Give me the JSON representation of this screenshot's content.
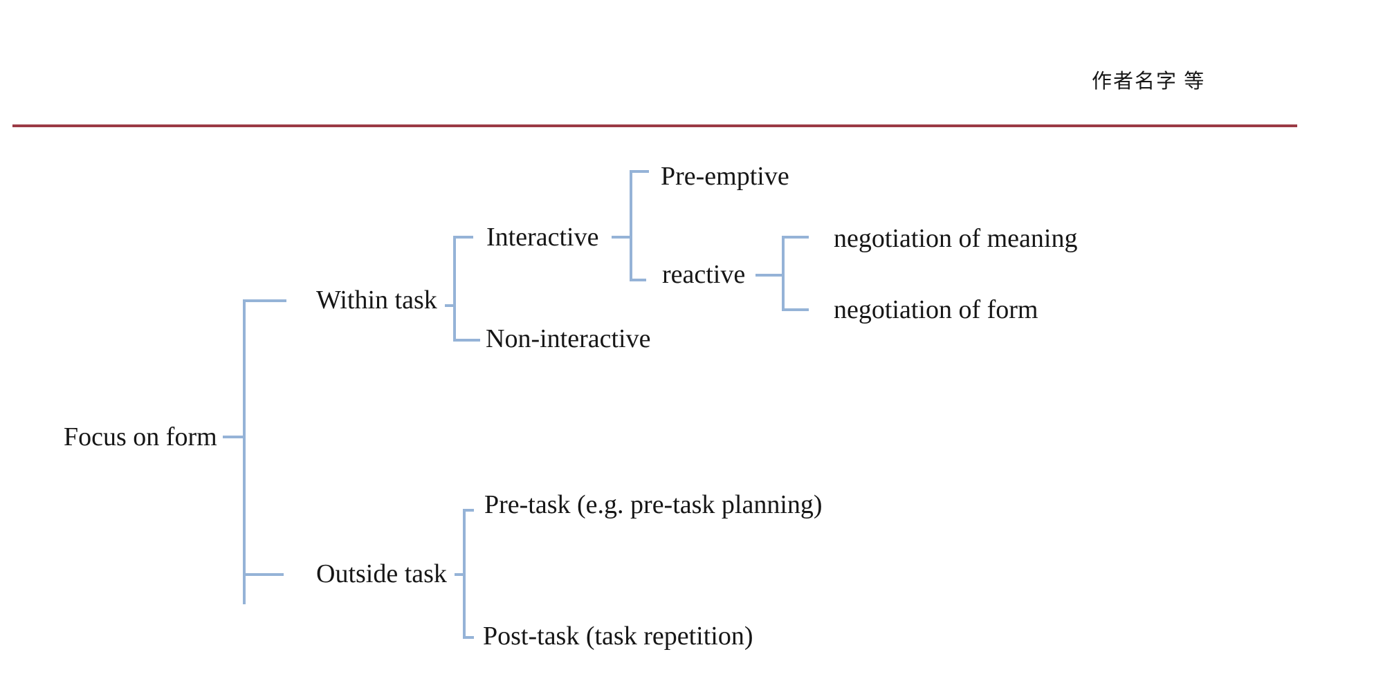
{
  "header": {
    "author": "作者名字 等"
  },
  "colors": {
    "connector_blue": "#95b3d7",
    "header_rule_red": "#9b3b45",
    "text": "#161616"
  },
  "diagram": {
    "root": {
      "label": "Focus on form"
    },
    "branches": [
      {
        "label": "Within task",
        "children": [
          {
            "label": "Interactive",
            "children": [
              {
                "label": "Pre-emptive"
              },
              {
                "label": "reactive",
                "children": [
                  {
                    "label": "negotiation of meaning"
                  },
                  {
                    "label": "negotiation of form"
                  }
                ]
              }
            ]
          },
          {
            "label": "Non-interactive"
          }
        ]
      },
      {
        "label": "Outside task",
        "children": [
          {
            "label": "Pre-task (e.g. pre-task planning)"
          },
          {
            "label": "Post-task (task repetition)"
          }
        ]
      }
    ]
  }
}
